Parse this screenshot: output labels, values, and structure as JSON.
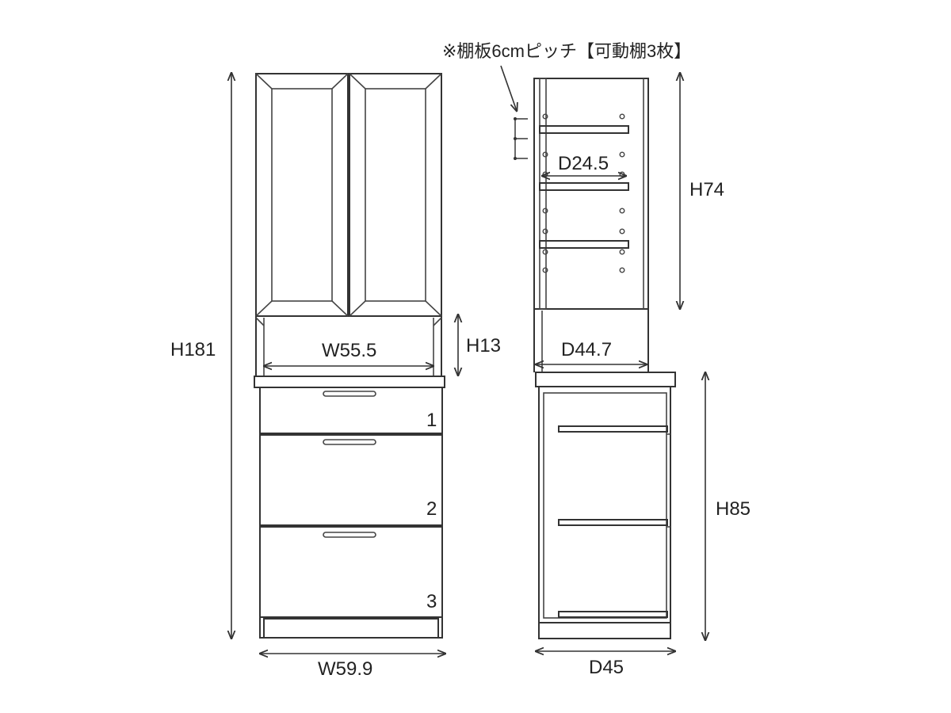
{
  "note": "※棚板6cmピッチ【可動棚3枚】",
  "front": {
    "height_total": "H181",
    "width_total": "W59.9",
    "opening_width": "W55.5",
    "opening_height": "H13",
    "drawers": [
      "1",
      "2",
      "3"
    ]
  },
  "side": {
    "shelf_depth": "D24.5",
    "upper_height": "H74",
    "opening_depth": "D44.7",
    "lower_height": "H85",
    "depth_total": "D45"
  },
  "colors": {
    "line": "#333333",
    "background": "#ffffff"
  }
}
